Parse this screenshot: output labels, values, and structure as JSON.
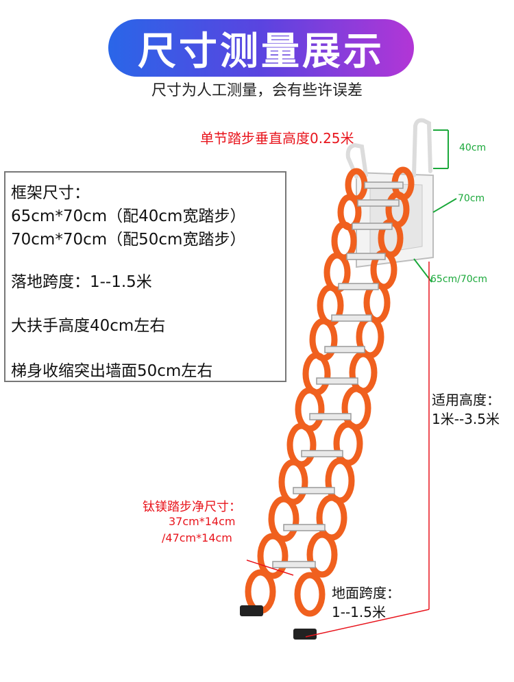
{
  "title": "尺寸测量展示",
  "subtitle": "尺寸为人工测量，会有些许误差",
  "step_height_label": "单节踏步垂直高度0.25米",
  "specs": {
    "frame_title": "框架尺寸：",
    "frame_1": "65cm*70cm（配40cm宽踏步）",
    "frame_2": "70cm*70cm（配50cm宽踏步）",
    "span": "落地跨度：1--1.5米",
    "handrail": "大扶手高度40cm左右",
    "protrusion": "梯身收缩突出墙面50cm左右"
  },
  "dims": {
    "handrail": "40cm",
    "frame_height": "70cm",
    "frame_width": "65cm/70cm"
  },
  "height_range": {
    "label": "适用高度：",
    "value": "1米--3.5米"
  },
  "tread_size": {
    "label": "钛镁踏步净尺寸：",
    "size_1": "37cm*14cm",
    "size_2": "/47cm*14cm"
  },
  "floor_span": {
    "label": "地面跨度：",
    "value": "1--1.5米"
  },
  "colors": {
    "accent_red": "#e8141c",
    "ladder_orange": "#f0601e",
    "dim_green": "#1aa83a",
    "dim_red_line": "#e8141c"
  }
}
